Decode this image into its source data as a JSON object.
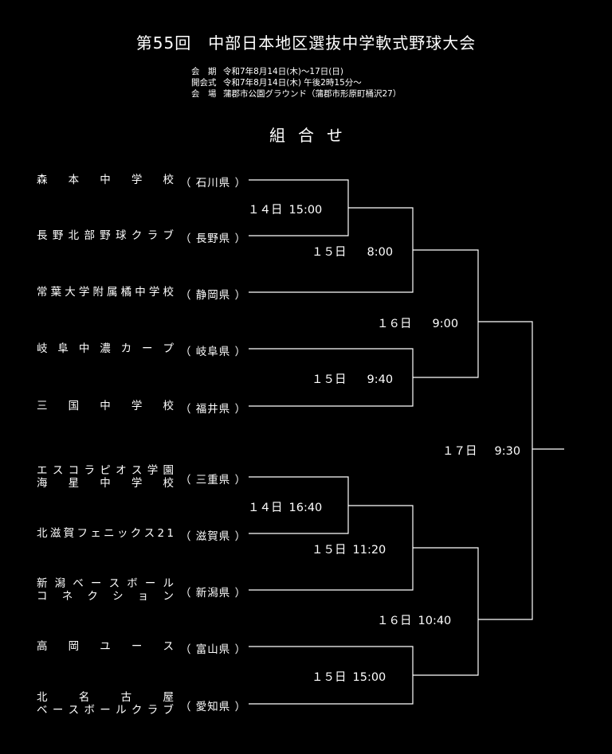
{
  "title": "第55回　中部日本地区選抜中学軟式野球大会",
  "info": [
    {
      "label": "会　期",
      "value": "令和7年8月14日(木)～17日(日)"
    },
    {
      "label": "開会式",
      "value": "令和7年8月14日(木) 午後2時15分～"
    },
    {
      "label": "会　場",
      "value": "蒲郡市公園グラウンド（蒲郡市形原町桶沢27）"
    }
  ],
  "heading": "組合せ",
  "teams": [
    {
      "lines": [
        "森本中学校"
      ],
      "pref": "（ 石川県 ）"
    },
    {
      "lines": [
        "長野北部野球クラブ"
      ],
      "pref": "（ 長野県 ）"
    },
    {
      "lines": [
        "常葉大学附属橘中学校"
      ],
      "pref": "（ 静岡県 ）"
    },
    {
      "lines": [
        "岐阜中濃カープ"
      ],
      "pref": "（ 岐阜県 ）"
    },
    {
      "lines": [
        "三国中学校"
      ],
      "pref": "（ 福井県 ）"
    },
    {
      "lines": [
        "エスコラピオス学園",
        "海星中学校"
      ],
      "pref": "（ 三重県 ）"
    },
    {
      "lines": [
        "北滋賀フェニックス21"
      ],
      "pref": "（ 滋賀県 ）"
    },
    {
      "lines": [
        "新潟ベースボール",
        "コネクション"
      ],
      "pref": "（ 新潟県 ）"
    },
    {
      "lines": [
        "高岡ユース"
      ],
      "pref": "（ 富山県 ）"
    },
    {
      "lines": [
        "北名古屋",
        "ベースボールクラブ"
      ],
      "pref": "（ 愛知県 ）"
    }
  ],
  "matches": [
    {
      "date": "１４日",
      "time": "15:00"
    },
    {
      "date": "１５日",
      "time": "8:00"
    },
    {
      "date": "１６日",
      "time": "9:00"
    },
    {
      "date": "１５日",
      "time": "9:40"
    },
    {
      "date": "１７日",
      "time": "9:30"
    },
    {
      "date": "１４日",
      "time": "16:40"
    },
    {
      "date": "１５日",
      "time": "11:20"
    },
    {
      "date": "１６日",
      "time": "10:40"
    },
    {
      "date": "１５日",
      "time": "15:00"
    }
  ]
}
